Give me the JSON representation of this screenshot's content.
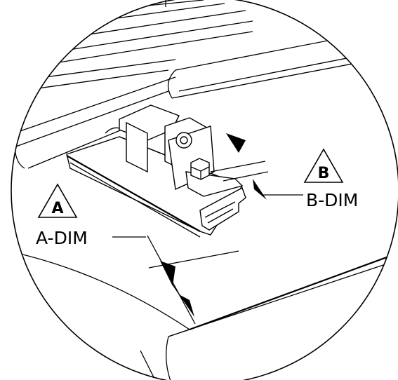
{
  "labels": {
    "a_marker": "A",
    "a_dim": "A-DIM",
    "b_marker": "B",
    "b_dim": "B-DIM"
  },
  "colors": {
    "line": "#000000",
    "background": "#ffffff"
  }
}
